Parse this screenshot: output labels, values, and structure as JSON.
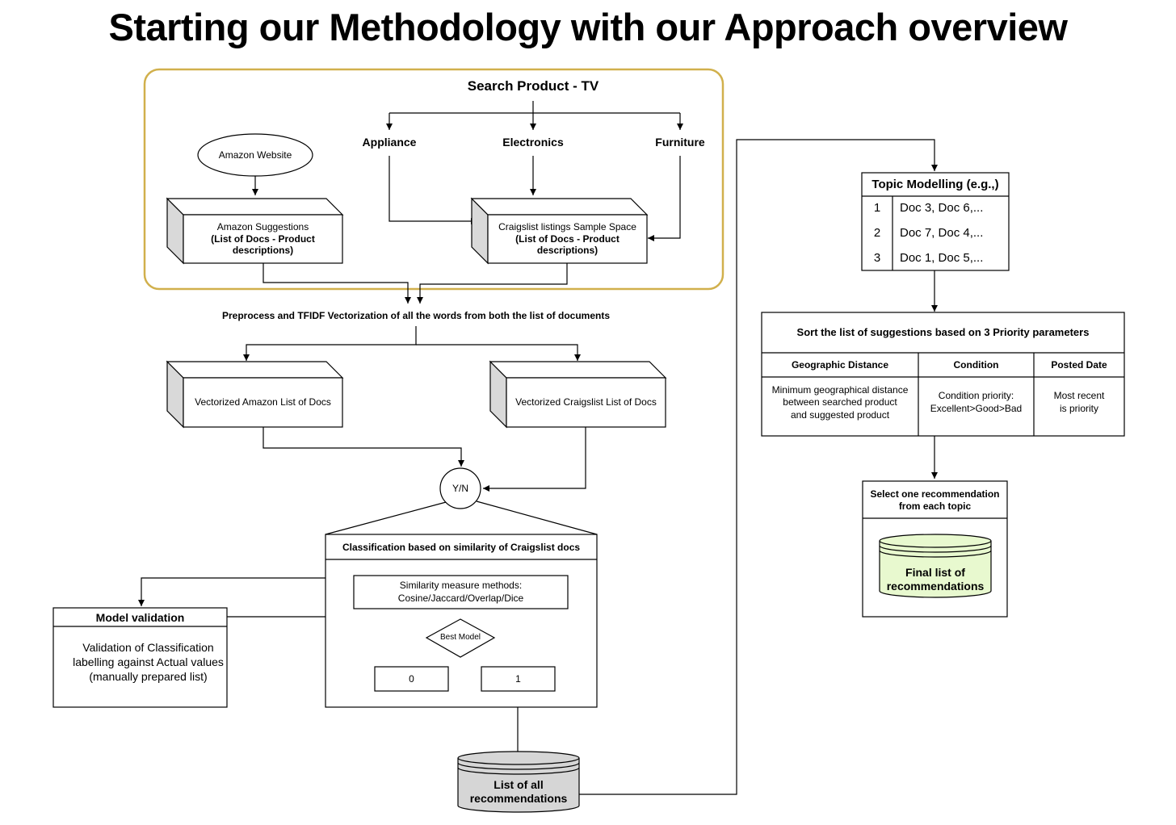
{
  "title": "Starting our Methodology with our Approach overview",
  "search_product": "Search Product - TV",
  "categories": [
    "Appliance",
    "Electronics",
    "Furniture"
  ],
  "amazon_website": "Amazon Website",
  "amazon_suggestions": {
    "line1": "Amazon Suggestions",
    "line2": "(List of Docs - Product descriptions)"
  },
  "craigslist_listings": {
    "line1": "Craigslist listings Sample Space",
    "line2": "(List of Docs - Product descriptions)"
  },
  "preprocess": "Preprocess and TFIDF Vectorization of all the words from both the list of documents",
  "vectorized_amazon": "Vectorized Amazon List of Docs",
  "vectorized_craigslist": "Vectorized Craigslist List of Docs",
  "yn": "Y/N",
  "classification": {
    "title": "Classification based on similarity of Craigslist docs",
    "similarity": "Similarity measure methods:\nCosine/Jaccard/Overlap/Dice",
    "best_model": "Best Model",
    "out0": "0",
    "out1": "1"
  },
  "model_validation": {
    "title": "Model validation",
    "body": "Validation of Classification\nlabelling against Actual values\n(manually prepared list)"
  },
  "list_all": "List of all\nrecommendations",
  "topic_modelling": {
    "title": "Topic Modelling (e.g.,)",
    "rows": [
      {
        "num": "1",
        "docs": "Doc 3, Doc 6,..."
      },
      {
        "num": "2",
        "docs": "Doc 7, Doc 4,..."
      },
      {
        "num": "3",
        "docs": "Doc 1, Doc 5,..."
      }
    ]
  },
  "sort_table": {
    "title": "Sort the list of suggestions based on 3 Priority parameters",
    "headers": [
      "Geographic Distance",
      "Condition",
      "Posted Date"
    ],
    "cells": [
      "Minimum geographical distance\nbetween searched product\nand suggested product",
      "Condition priority:\nExcellent>Good>Bad",
      "Most recent\nis priority"
    ]
  },
  "select_one": "Select one recommendation\nfrom each topic",
  "final_list": "Final list of\nrecommendations",
  "colors": {
    "group_border": "#d1b04c",
    "box_side": "#d9d9d9",
    "db_gray": "#d6d6d6",
    "db_green": "#e8f9cf"
  }
}
